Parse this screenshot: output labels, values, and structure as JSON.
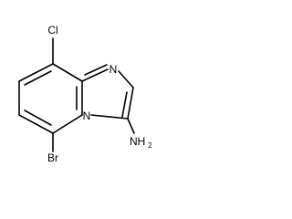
{
  "structure": {
    "atoms": {
      "chlorine": "Cl",
      "imidazole_nitrogen": "N",
      "bridgehead_nitrogen": "N",
      "bromine": "Br",
      "amine": "NH",
      "amine_subscript": "2"
    }
  }
}
